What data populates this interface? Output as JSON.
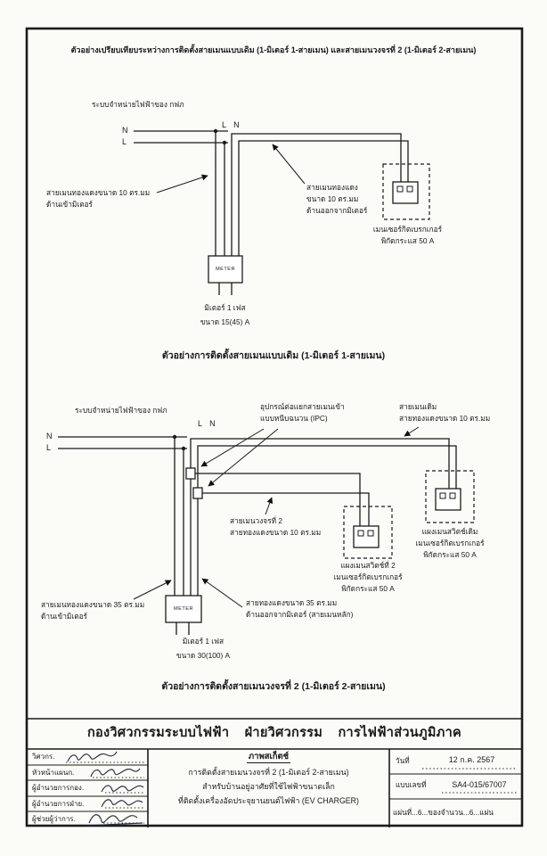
{
  "page_title": "ตัวอย่างเปรียบเทียบระหว่างการติดตั้งสายเมนแบบเดิม (1-มิเตอร์ 1-สายเมน) และสายเมนวงจรที่ 2 (1-มิเตอร์ 2-สายเมน)",
  "diagram_existing": {
    "supply_label": "ระบบจำหน่ายไฟฟ้าของ กฟภ",
    "bus_n": "N",
    "bus_l": "L",
    "meter_out_ln": "L N",
    "meter_text": "METER",
    "meter_caption": "มิเตอร์ 1 เฟส\nขนาด 15(45) A",
    "cable_in_label": "สายเมนทองแดงขนาด 10 ตร.มม\nด้านเข้ามิเตอร์",
    "cable_out_label": "สายเมนทองแดง\nขนาด 10 ตร.มม\nด้านออกจากมิเตอร์",
    "breaker_label": "เมนเซอร์กิตเบรกเกอร์\nพิกัดกระแส 50 A",
    "caption": "ตัวอย่างการติดตั้งสายเมนแบบเดิม (1-มิเตอร์ 1-สายเมน)"
  },
  "diagram_circuit2": {
    "supply_label": "ระบบจำหน่ายไฟฟ้าของ กฟภ",
    "bus_n": "N",
    "bus_l": "L",
    "meter_out_ln": "L N",
    "meter_text": "METER",
    "meter_caption": "มิเตอร์ 1 เฟส\nขนาด 30(100) A",
    "ipc_label": "อุปกรณ์ต่อแยกสายเมนเข้า\nแบบหนีบฉนวน (IPC)",
    "existing_main_label": "สายเมนเดิม\nสายทองแดงขนาด 10 ตร.มม",
    "circuit2_label": "สายเมนวงจรที่ 2\nสายทองแดงขนาด 10 ตร.มม",
    "panel2_label": "แผงเมนสวิตช์ที่ 2\nเมนเซอร์กิตเบรกเกอร์\nพิกัดกระแส 50 A",
    "panel_existing_label": "แผงเมนสวิตช์เดิม\nเมนเซอร์กิตเบรกเกอร์\nพิกัดกระแส 50 A",
    "cable_in_label": "สายเมนทองแดงขนาด 35 ตร.มม\nด้านเข้ามิเตอร์",
    "cable_out_label": "สายทองแดงขนาด 35 ตร.มม\nด้านออกจากมิเตอร์ (สายเมนหลัก)",
    "caption": "ตัวอย่างการติดตั้งสายเมนวงจรที่ 2 (1-มิเตอร์ 2-สายเมน)"
  },
  "footer": {
    "org_line": "กองวิศวกรรมระบบไฟฟ้า    ฝ่ายวิศวกรรม    การไฟฟ้าส่วนภูมิภาค",
    "signers": [
      {
        "label": "วิศวกร."
      },
      {
        "label": "หัวหน้าแผนก."
      },
      {
        "label": "ผู้อำนวยการกอง."
      },
      {
        "label": "ผู้อำนวยการฝ่าย."
      },
      {
        "label": "ผู้ช่วยผู้ว่าการ."
      }
    ],
    "sketch": {
      "title": "ภาพสเก็ตช์",
      "line1": "การติดตั้งสายเมนวงจรที่ 2 (1-มิเตอร์ 2-สายเมน)",
      "line2": "สำหรับบ้านอยู่อาศัยที่ใช้ไฟฟ้าขนาดเล็ก",
      "line3": "ที่ติดตั้งเครื่องอัดประจุยานยนต์ไฟฟ้า (EV CHARGER)"
    },
    "date_label": "วันที่",
    "date_value": "12 ก.ค. 2567",
    "drawing_no_label": "แบบเลขที่",
    "drawing_no_value": "SA4-015/67007",
    "sheet_line": "แผ่นที่...6...ของจำนวน...6...แผ่น"
  }
}
